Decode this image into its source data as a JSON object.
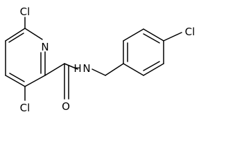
{
  "molecule": {
    "atom_labels": {
      "cl_ring_top": "Cl",
      "cl_ring_bottom": "Cl",
      "cl_phenyl": "Cl",
      "n_pyridine": "N",
      "n_amide": "N",
      "h_amide": "H",
      "o_carbonyl": "O"
    }
  }
}
